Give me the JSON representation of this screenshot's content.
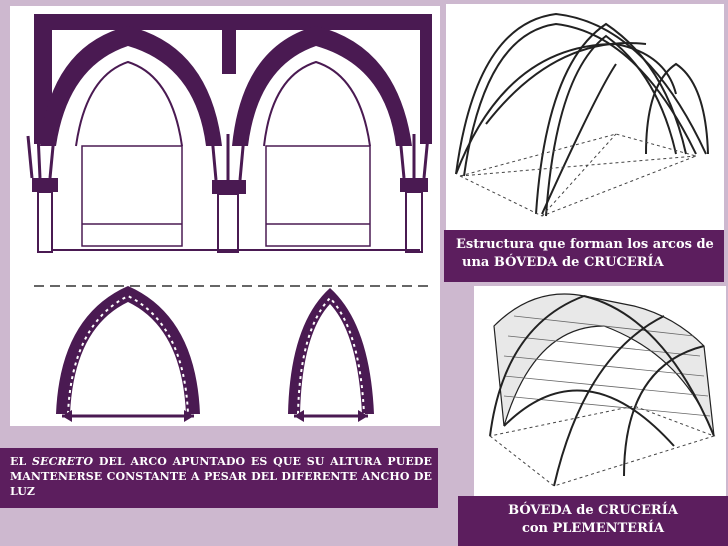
{
  "captions": {
    "vault_line1": "Estructura que forman los arcos de",
    "vault_line2": "una BÓVEDA de  CRUCERÍA",
    "plement_line1": "BÓVEDA de  CRUCERÍA",
    "plement_line2": "con PLEMENTERÍA",
    "secret_prefix": "EL ",
    "secret_emph": "SECRETO",
    "secret_rest": " DEL ARCO APUNTADO  ES QUE SU ALTURA PUEDE MANTENERSE CONSTANTE A PESAR DEL DIFERENTE ANCHO DE LUZ"
  },
  "colors": {
    "background": "#cdb8cf",
    "caption_bg": "#5c1e5e",
    "drawing_ink": "#4a1a52",
    "line_ink": "#222222"
  }
}
